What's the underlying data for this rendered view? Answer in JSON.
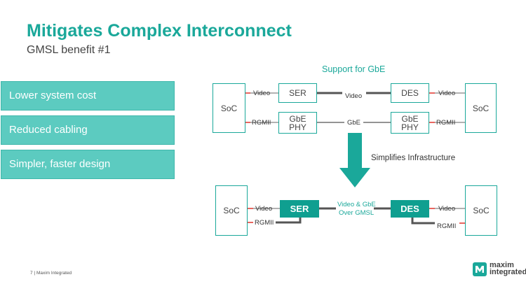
{
  "slide": {
    "title": "Mitigates Complex Interconnect",
    "subtitle": "GMSL benefit #1",
    "page_number": "7",
    "footer_sep": "|",
    "company": "Maxim Integrated"
  },
  "benefits": [
    "Lower system cost",
    "Reduced cabling",
    "Simpler, faster design"
  ],
  "diagram": {
    "top_caption": "Support for GbE",
    "arrow_caption": "Simplifies Infrastructure",
    "top": {
      "soc_left": "SoC",
      "soc_right": "SoC",
      "ser": "SER",
      "des": "DES",
      "gbe_phy_left": [
        "GbE",
        "PHY"
      ],
      "gbe_phy_right": [
        "GbE",
        "PHY"
      ],
      "video_left": "Video",
      "video_mid": "Video",
      "video_right": "Video",
      "rgmii_left": "RGMII",
      "gbe_mid": "GbE",
      "rgmii_right": "RGMII"
    },
    "bottom": {
      "soc_left": "SoC",
      "soc_right": "SoC",
      "ser": "SER",
      "des": "DES",
      "video_left": "Video",
      "video_right": "Video",
      "rgmii_left": "RGMII",
      "rgmii_right": "RGMII",
      "link_line1": "Video & GbE",
      "link_line2": "Over GMSL"
    }
  },
  "logo": {
    "line1": "maxim",
    "line2": "integrated",
    "icon": "maxim-logo-icon"
  },
  "colors": {
    "teal": "#1aa89a",
    "teal_fill": "#5ccbc0",
    "dark_teal": "#0f9f90",
    "red": "#e0322b",
    "gray_line": "#666666"
  }
}
